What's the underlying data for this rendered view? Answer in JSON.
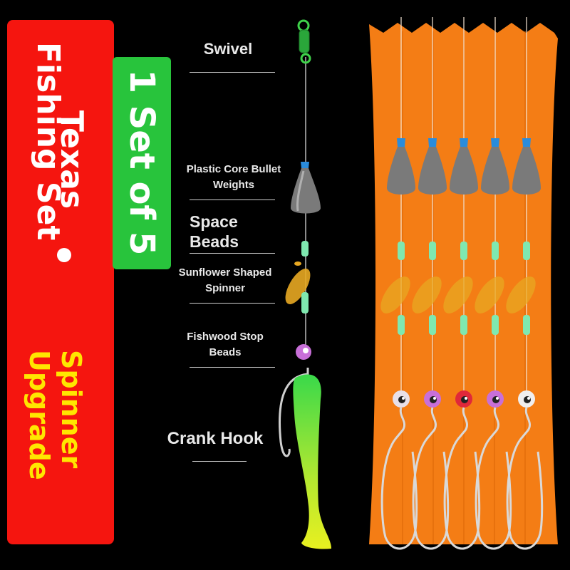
{
  "side_banner": {
    "title_line1": "Texas",
    "title_line2": "Fishing Set",
    "upgrade_line1": "Spinner",
    "upgrade_line2": "Upgrade"
  },
  "set_badge": {
    "text": "1 Set of 5"
  },
  "labels": {
    "swivel": "Swivel",
    "bullet_weights_l1": "Plastic Core Bullet",
    "bullet_weights_l2": "Weights",
    "space_beads_l1": "Space",
    "space_beads_l2": "Beads",
    "spinner_l1": "Sunflower Shaped",
    "spinner_l2": "Spinner",
    "stop_beads_l1": "Fishwood Stop",
    "stop_beads_l2": "Beads",
    "crank_hook": "Crank Hook"
  },
  "colors": {
    "background": "#000000",
    "banner_red": "#f5150f",
    "badge_green": "#28c43c",
    "card_orange": "#f47d15",
    "accent_yellow": "#ffe600",
    "bead_green": "#7fe8b0",
    "spinner_gold": "#e8a822",
    "lure_green": "#39d94a"
  },
  "rigs": {
    "count": 5,
    "eye_colors": [
      "#e8e0e8",
      "#c86fd8",
      "#e0283a",
      "#c86fd8",
      "#f0eeee"
    ]
  }
}
